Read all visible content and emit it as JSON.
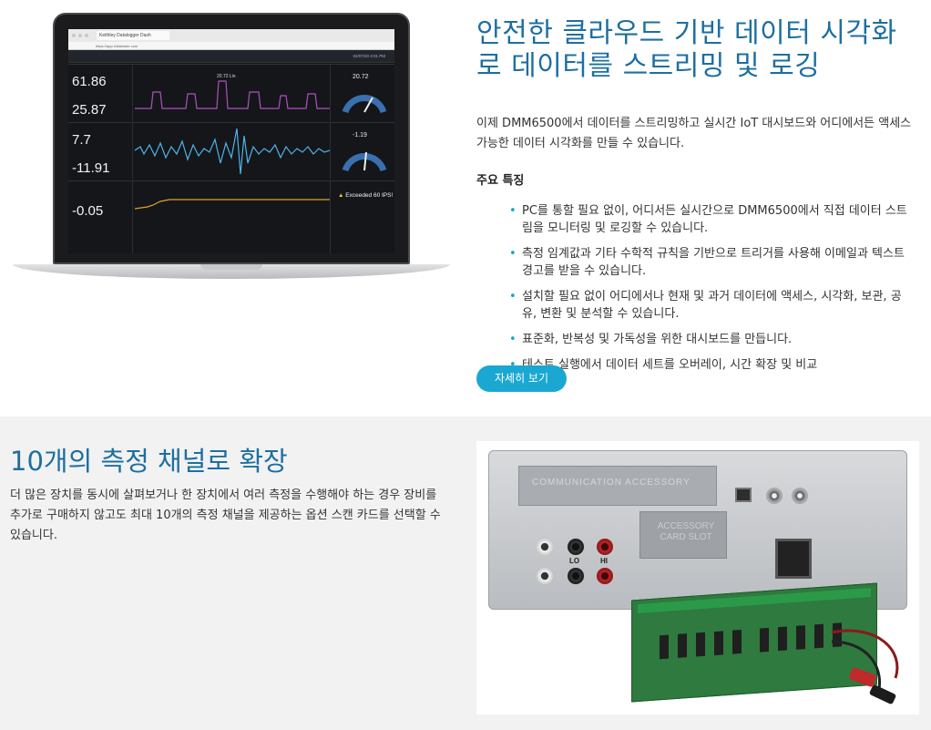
{
  "section1": {
    "title": "안전한 클라우드 기반 데이터 시각화로 데이터를 스트리밍 및 로깅",
    "intro": "이제 DMM6500에서 데이터를 스트리밍하고 실시간 IoT 대시보드와 어디에서든 액세스 가능한 데이터 시각화를 만들 수 있습니다.",
    "features_title": "주요 특징",
    "features": [
      "PC를 통할 필요 없이, 어디서든 실시간으로 DMM6500에서 직접 데이터 스트림을 모니터링 및 로깅할 수 있습니다.",
      "측정 임계값과 기타 수학적 규칙을 기반으로 트리거를 사용해 이메일과 텍스트 경고를 받을 수 있습니다.",
      "설치할 필요 없이 어디에서나 현재 및 과거 데이터에 액세스, 시각화, 보관, 공유, 변환 및 분석할 수 있습니다.",
      "표준화, 반복성 및 가독성을 위한 대시보드를 만듭니다.",
      "테스트 실행에서 데이터 세트를 오버레이, 시간 확장 및 비교"
    ],
    "button_label": "자세히 보기"
  },
  "laptop_screen": {
    "tab_title": "Keithley Datalogger Dash",
    "url": "https://app.initialstate.com",
    "timestamp": "02/07/20 4:01 PM",
    "rows": [
      {
        "value": "61.86",
        "gauge": "20.72",
        "chart_color": "#b04fc0"
      },
      {
        "value": "25.87"
      },
      {
        "value": "7.7",
        "gauge": "-1.19",
        "chart_color": "#4fb4e6"
      },
      {
        "value": "-11.91"
      },
      {
        "value": "-0.05",
        "alert": "Exceeded 60 IPS!",
        "chart_color": "#e0a030"
      }
    ],
    "peak_label": "20.72 Lin"
  },
  "section2": {
    "title": "10개의 측정 채널로 확장",
    "paragraph": "더 많은 장치를 동시에 살펴보거나 한 장치에서 여러 측정을 수행해야 하는 경우 장비를 추가로 구매하지 않고도 최대 10개의 측정 채널을 제공하는 옵션 스캔 카드를 선택할 수 있습니다."
  },
  "photo": {
    "plate_text": "COMMUNICATION ACCESSORY",
    "card_slot_text": "ACCESSORY CARD SLOT",
    "lo_label": "LO",
    "hi_label": "HI"
  },
  "colors": {
    "accent_title": "#1d6fa0",
    "button": "#1aa8d2",
    "bullet": "#1aa3c9",
    "section2_bg": "#f2f2f2"
  }
}
